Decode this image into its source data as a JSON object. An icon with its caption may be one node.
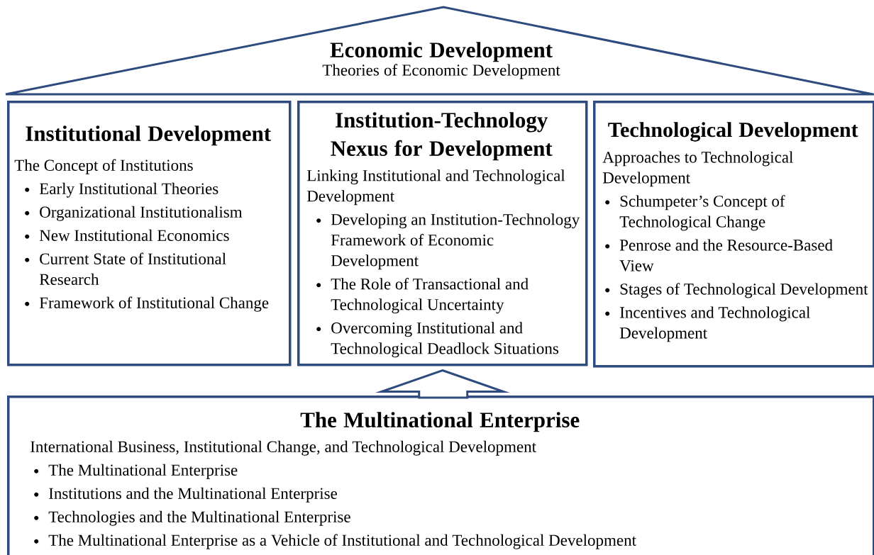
{
  "diagram": {
    "nodes": [
      {
        "text": [
          "Economic Development",
          "Theories of Economic Development"
        ]
      },
      {
        "text": [
          "Institutional Development",
          "The Concept of Institutions",
          "Early Institutional Theories",
          "Organizational Institutionalism",
          "New Institutional Economics",
          "Current State of Institutional Research",
          "Framework of Institutional Change"
        ]
      },
      {
        "text": [
          "Institution-Technology Nexus for Development",
          "Linking Institutional and Technological Development",
          "Developing an Institution-Technology Framework of Economic Development",
          "The Role of Transactional and Technological Uncertainty",
          "Overcoming Institutional and Technological Deadlock Situations"
        ]
      },
      {
        "text": [
          "Technological Development",
          "Approaches to Technological Development",
          "Schumpeter’s Concept of Technological Change",
          "Penrose and the Resource-Based View",
          "Stages of Technological Development",
          "Incentives and Technological Development"
        ]
      },
      {
        "text": [
          "The Multinational Enterprise",
          "International Business, Institutional Change, and Technological Development",
          "The Multinational Enterprise",
          "Institutions and the Multinational Enterprise",
          "Technologies and the Multinational Enterprise",
          "The Multinational Enterprise as a Vehicle of Institutional and Technological Development"
        ]
      }
    ],
    "edges": [
      {
        "from": 4,
        "to": 2,
        "arrow": "to"
      }
    ]
  }
}
